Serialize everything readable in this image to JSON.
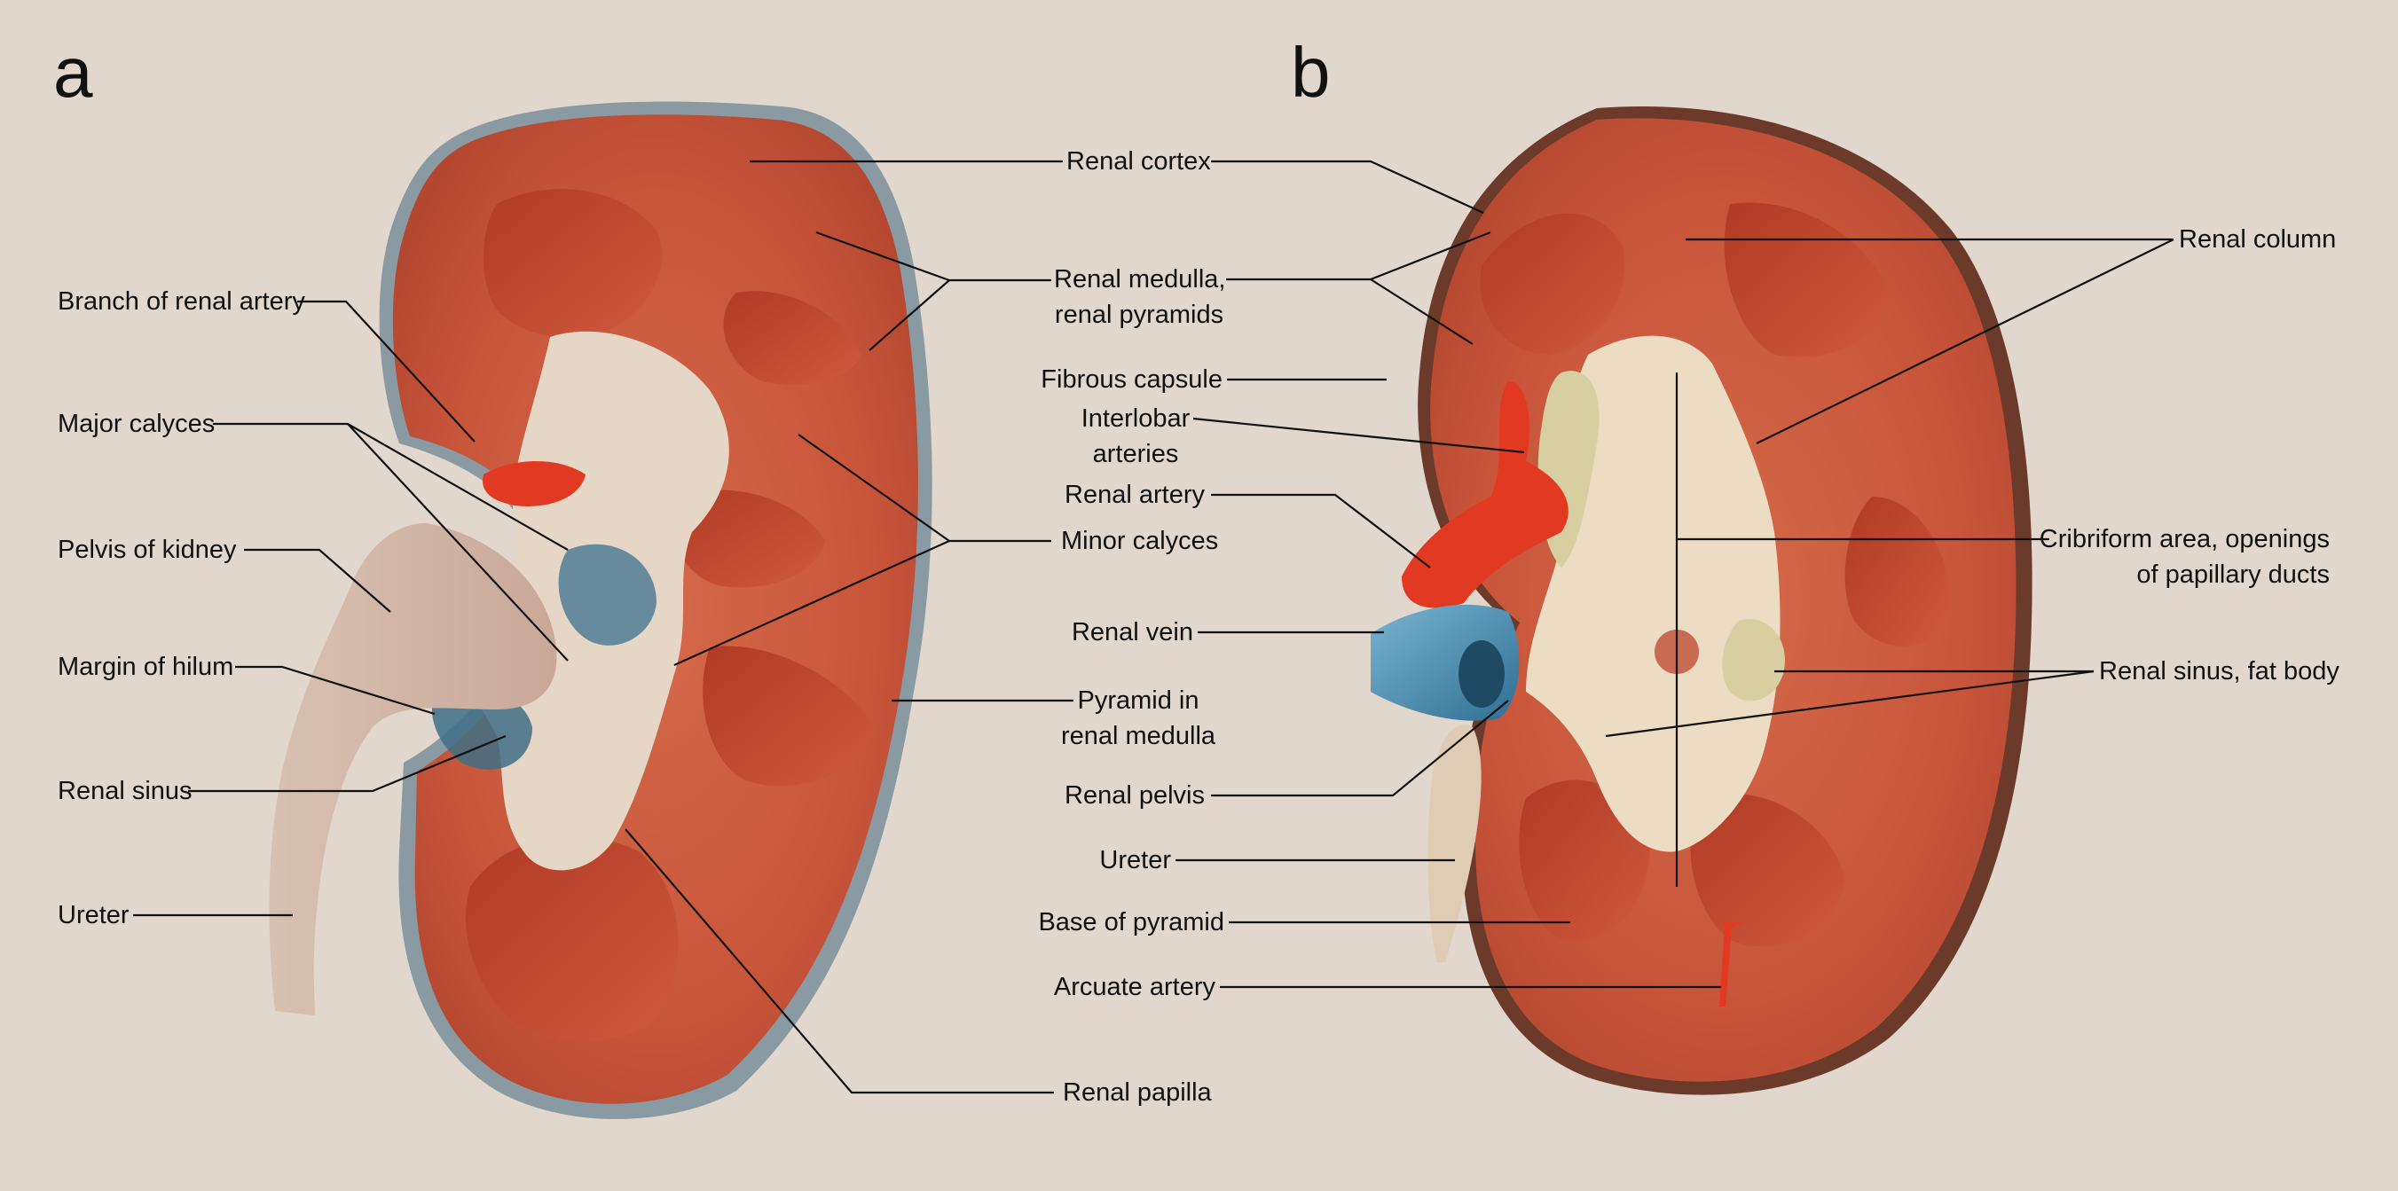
{
  "panel_a": {
    "letter": "a",
    "labels": {
      "renal_cortex": "Renal cortex",
      "renal_medulla_1": "Renal medulla,",
      "renal_medulla_2": "renal pyramids",
      "branch_renal_artery": "Branch of renal artery",
      "major_calyces": "Major calyces",
      "pelvis_of_kidney": "Pelvis of kidney",
      "margin_of_hilum": "Margin of hilum",
      "renal_sinus": "Renal sinus",
      "ureter": "Ureter",
      "minor_calyces": "Minor calyces",
      "pyramid_1": "Pyramid in",
      "pyramid_2": "renal medulla",
      "renal_papilla": "Renal papilla"
    }
  },
  "panel_b": {
    "letter": "b",
    "labels": {
      "fibrous_capsule": "Fibrous capsule",
      "interlobar_1": "Interlobar",
      "interlobar_2": "arteries",
      "renal_artery": "Renal artery",
      "renal_vein": "Renal vein",
      "renal_pelvis": "Renal pelvis",
      "ureter": "Ureter",
      "base_of_pyramid": "Base of pyramid",
      "arcuate_artery": "Arcuate artery",
      "renal_column": "Renal column",
      "cribriform_1": "Cribriform area, openings",
      "cribriform_2": "of papillary ducts",
      "renal_sinus_fat": "Renal sinus, fat body"
    }
  },
  "colors": {
    "background": "#e2d7cc",
    "cortex": "#c8553a",
    "medulla": "#a8321f",
    "sinus": "#e9dcc4",
    "artery": "#e23a22",
    "vein": "#4e93b8",
    "leader": "#111111"
  }
}
